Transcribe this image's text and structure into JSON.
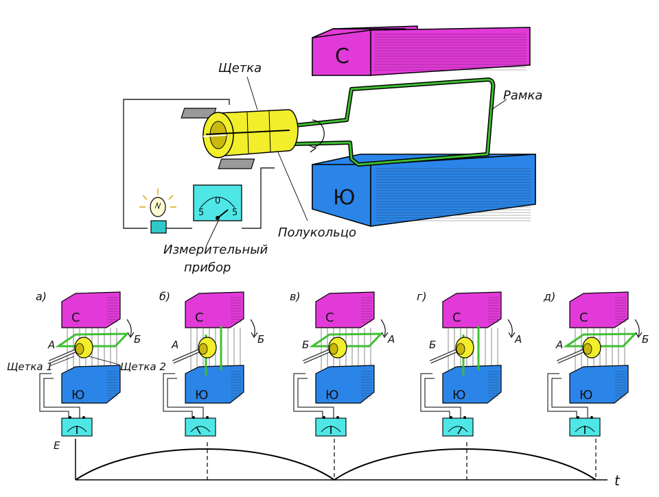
{
  "colors": {
    "north_pole": "#e23ad9",
    "south_pole": "#2b85e8",
    "frame_wire": "#3fbf32",
    "commutator": "#f2ee2c",
    "meter": "#4fe6e6",
    "lamp_base": "#32c8c8",
    "brush": "#9a9a9a",
    "wire": "#222222",
    "curve": "#000000"
  },
  "top": {
    "north_label": "С",
    "south_label": "Ю",
    "brush_label": "Щетка",
    "frame_label": "Рамка",
    "half_ring_label": "Полукольцо",
    "meter_label_1": "Измерительный",
    "meter_label_2": "прибор",
    "meter_scale_left": "5",
    "meter_scale_mid": "0",
    "meter_scale_right": "5",
    "icons": [
      "lamp-icon",
      "meter-icon"
    ]
  },
  "stages": [
    {
      "tag": "а)",
      "n": "С",
      "s": "Ю",
      "left": "А",
      "right": "Б",
      "left_extra": "Щетка 1",
      "right_extra": "Щетка 2",
      "bottom": "Е"
    },
    {
      "tag": "б)",
      "n": "С",
      "s": "Ю",
      "left": "А",
      "right": "Б"
    },
    {
      "tag": "в)",
      "n": "С",
      "s": "Ю",
      "left": "Б",
      "right": "А"
    },
    {
      "tag": "г)",
      "n": "С",
      "s": "Ю",
      "left": "Б",
      "right": "А"
    },
    {
      "tag": "д)",
      "n": "С",
      "s": "Ю",
      "left": "А",
      "right": "Б"
    }
  ],
  "axis": {
    "t_label": "t"
  }
}
